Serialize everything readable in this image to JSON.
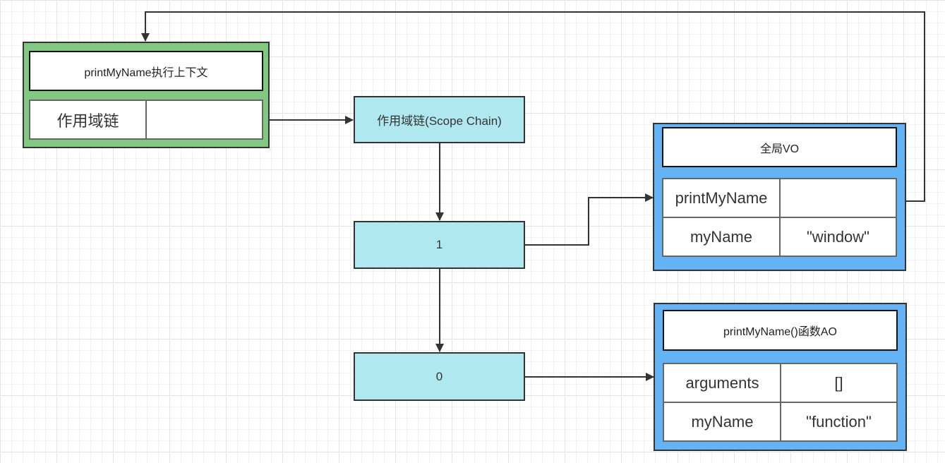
{
  "exec_context": {
    "title": "printMyName执行上下文",
    "scope_label": "作用域链",
    "scope_value": ""
  },
  "scope_chain": {
    "title": "作用域链(Scope Chain)",
    "items": [
      "1",
      "0"
    ]
  },
  "global_vo": {
    "title": "全局VO",
    "rows": [
      {
        "key": "printMyName",
        "value": ""
      },
      {
        "key": "myName",
        "value": "\"window\""
      }
    ]
  },
  "function_ao": {
    "title": "printMyName()函数AO",
    "rows": [
      {
        "key": "arguments",
        "value": "[]"
      },
      {
        "key": "myName",
        "value": "\"function\""
      }
    ]
  },
  "colors": {
    "context_container": "#82c882",
    "vo_container": "#64b4f5",
    "chain_node": "#b0e8f0",
    "edge": "#333333"
  }
}
